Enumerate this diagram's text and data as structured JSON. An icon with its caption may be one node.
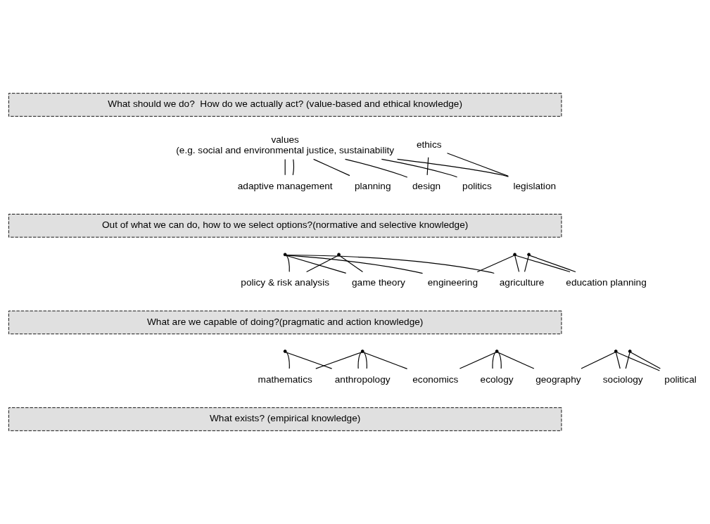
{
  "diagram": {
    "nodes": [
      {
        "text": [
          "What should we do?  How do we actually act? (value-based and ethical knowledge)"
        ]
      },
      {
        "text": [
          "values",
          "(e.g. social and environmental justice, sustainability"
        ]
      },
      {
        "text": [
          "ethics"
        ]
      },
      {
        "text": [
          "adaptive management"
        ]
      },
      {
        "text": [
          "planning"
        ]
      },
      {
        "text": [
          "design"
        ]
      },
      {
        "text": [
          "politics"
        ]
      },
      {
        "text": [
          "legislation"
        ]
      },
      {
        "text": [
          "Out of what we can do, how to we select options?(normative and selective knowledge)"
        ]
      },
      {
        "text": [],
        "shape": "point"
      },
      {
        "text": [],
        "shape": "point"
      },
      {
        "text": [],
        "shape": "point"
      },
      {
        "text": [],
        "shape": "point"
      },
      {
        "text": [
          "policy & risk analysis"
        ]
      },
      {
        "text": [
          "game theory"
        ]
      },
      {
        "text": [
          "engineering"
        ]
      },
      {
        "text": [
          "agriculture"
        ]
      },
      {
        "text": [
          "education planning"
        ]
      },
      {
        "text": [
          "What are we capable of doing?(pragmatic and action knowledge)"
        ]
      },
      {
        "text": [],
        "shape": "point"
      },
      {
        "text": [],
        "shape": "point"
      },
      {
        "text": [],
        "shape": "point"
      },
      {
        "text": [],
        "shape": "point"
      },
      {
        "text": [],
        "shape": "point"
      },
      {
        "text": [
          "mathematics"
        ]
      },
      {
        "text": [
          "anthropology"
        ]
      },
      {
        "text": [
          "economics"
        ]
      },
      {
        "text": [
          "ecology"
        ]
      },
      {
        "text": [
          "geography"
        ]
      },
      {
        "text": [
          "sociology"
        ]
      },
      {
        "text": [
          "political"
        ]
      },
      {
        "text": [
          "What exists? (empirical knowledge)"
        ]
      }
    ],
    "edges": [
      {
        "from": 1,
        "to": 3,
        "arrow": "none"
      },
      {
        "from": 1,
        "to": 4,
        "arrow": "none"
      },
      {
        "from": 1,
        "to": 5,
        "arrow": "none"
      },
      {
        "from": 1,
        "to": 3,
        "arrow": "none"
      },
      {
        "from": 1,
        "to": 6,
        "arrow": "none"
      },
      {
        "from": 1,
        "to": 7,
        "arrow": "none"
      },
      {
        "from": 2,
        "to": 5,
        "arrow": "none"
      },
      {
        "from": 2,
        "to": 7,
        "arrow": "none"
      },
      {
        "from": 9,
        "to": 13,
        "arrow": "none"
      },
      {
        "from": 9,
        "to": 14,
        "arrow": "none"
      },
      {
        "from": 9,
        "to": 15,
        "arrow": "none"
      },
      {
        "from": 9,
        "to": 16,
        "arrow": "none"
      },
      {
        "from": 10,
        "to": 13,
        "arrow": "none"
      },
      {
        "from": 10,
        "to": 14,
        "arrow": "none"
      },
      {
        "from": 11,
        "to": 15,
        "arrow": "none"
      },
      {
        "from": 11,
        "to": 16,
        "arrow": "none"
      },
      {
        "from": 11,
        "to": 17,
        "arrow": "none"
      },
      {
        "from": 12,
        "to": 16,
        "arrow": "none"
      },
      {
        "from": 12,
        "to": 17,
        "arrow": "none"
      },
      {
        "from": 19,
        "to": 24,
        "arrow": "none"
      },
      {
        "from": 19,
        "to": 25,
        "arrow": "none"
      },
      {
        "from": 20,
        "to": 24,
        "arrow": "none"
      },
      {
        "from": 20,
        "to": 25,
        "arrow": "none"
      },
      {
        "from": 20,
        "to": 25,
        "arrow": "none"
      },
      {
        "from": 20,
        "to": 26,
        "arrow": "none"
      },
      {
        "from": 21,
        "to": 26,
        "arrow": "none"
      },
      {
        "from": 21,
        "to": 27,
        "arrow": "none"
      },
      {
        "from": 21,
        "to": 27,
        "arrow": "none"
      },
      {
        "from": 21,
        "to": 28,
        "arrow": "none"
      },
      {
        "from": 22,
        "to": 28,
        "arrow": "none"
      },
      {
        "from": 22,
        "to": 29,
        "arrow": "none"
      },
      {
        "from": 22,
        "to": 30,
        "arrow": "none"
      },
      {
        "from": 23,
        "to": 29,
        "arrow": "none"
      },
      {
        "from": 23,
        "to": 30,
        "arrow": "none"
      }
    ]
  }
}
